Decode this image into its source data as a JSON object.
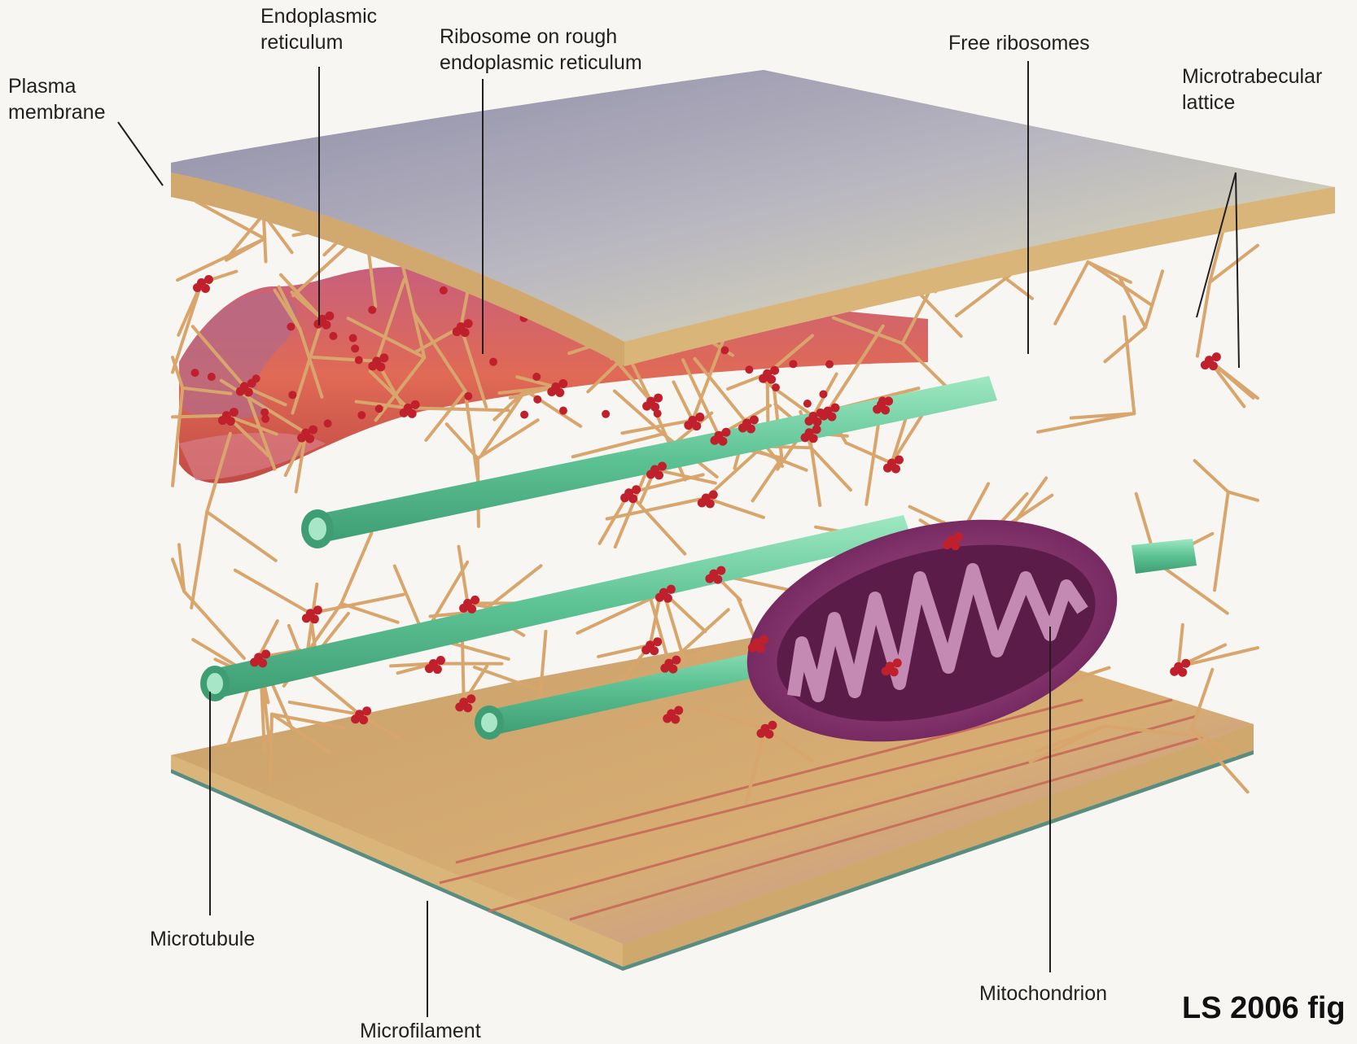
{
  "labels": {
    "endoplasmic_reticulum": [
      "Endoplasmic",
      "reticulum"
    ],
    "ribosome_on_rough_er": [
      "Ribosome on rough",
      "endoplasmic reticulum"
    ],
    "free_ribosomes": "Free ribosomes",
    "plasma_membrane": [
      "Plasma",
      "membrane"
    ],
    "microtrabecular_lattice": [
      "Microtrabecular",
      "lattice"
    ],
    "microtubule": "Microtubule",
    "microfilament": "Microfilament",
    "mitochondrion": "Mitochondrion"
  },
  "credit": "LS 2006 fig",
  "colors": {
    "membrane_top": "#a9a6b4",
    "membrane_edge": "#d9b37a",
    "lattice": "#d8a66c",
    "rough_er": "#d65a4e",
    "ribosome": "#c0202c",
    "microtubule": "#6fcf9f",
    "mitochondrion": "#8a2f6e",
    "floor": "#c89a5c"
  }
}
